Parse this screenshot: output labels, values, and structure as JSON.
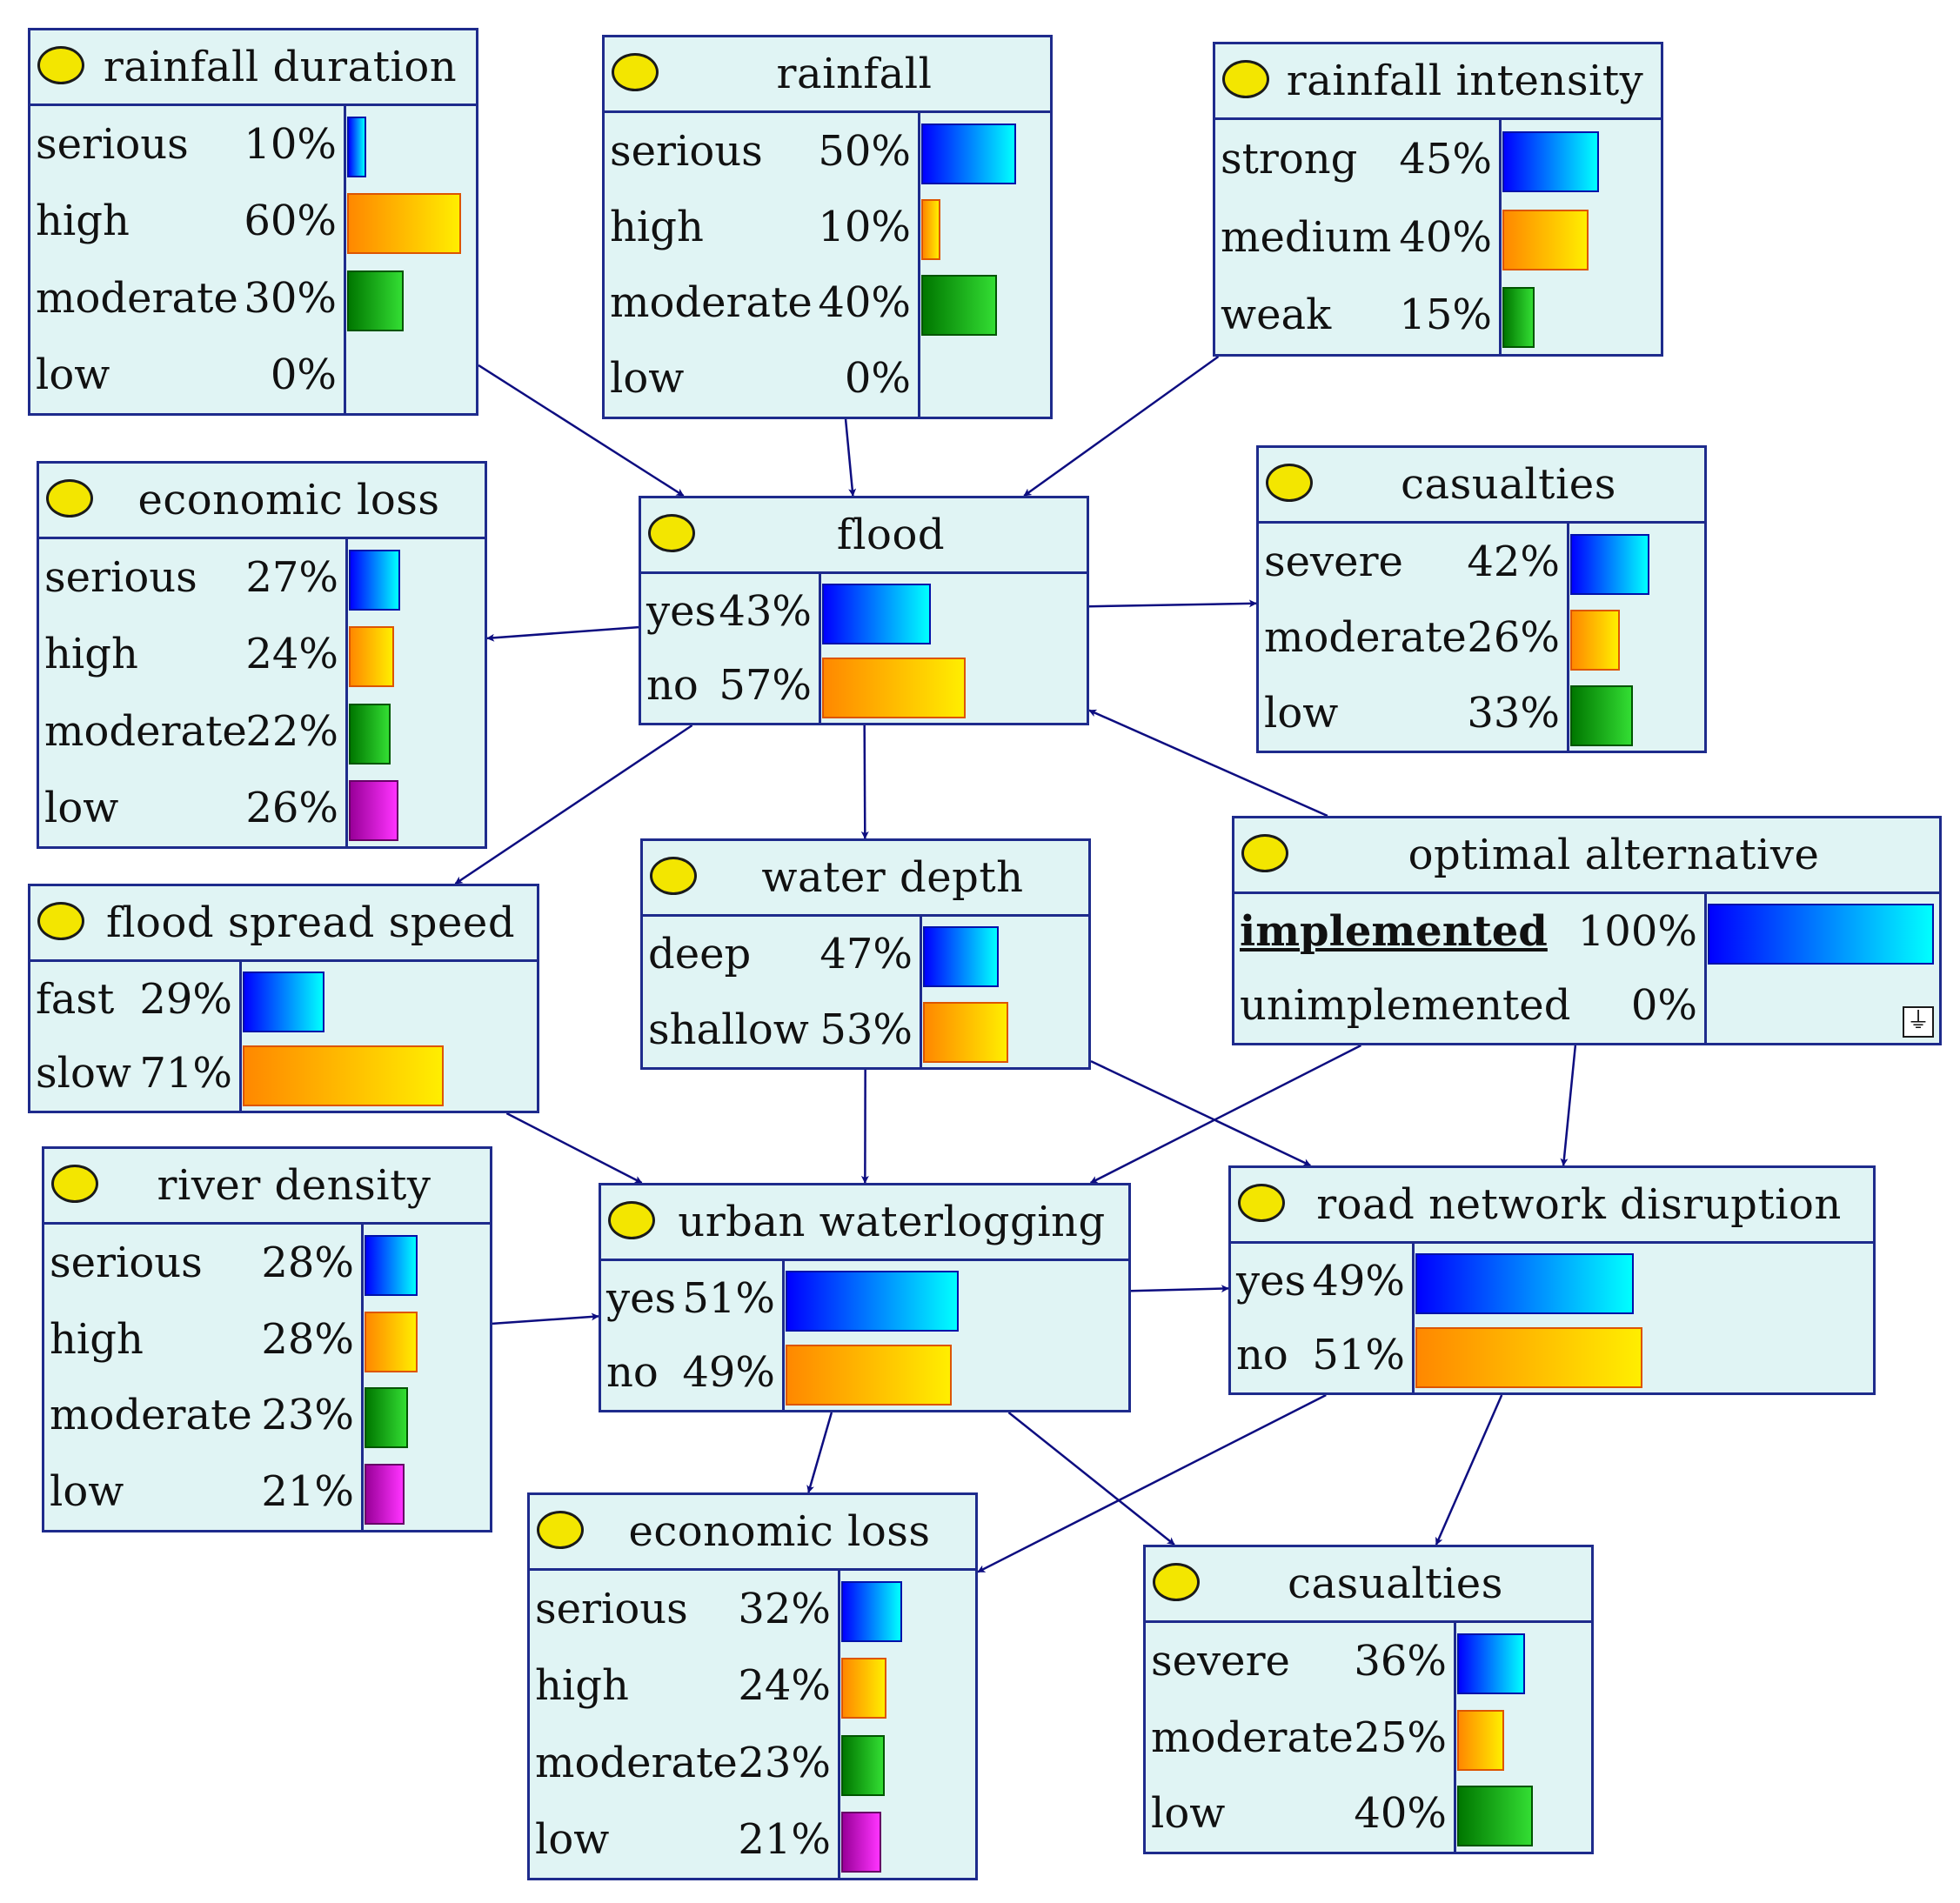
{
  "nodes": [
    {
      "id": "rainfall_duration",
      "title": "rainfall duration",
      "states": [
        {
          "label": "serious",
          "value": "10%",
          "p": 10,
          "color": "blue"
        },
        {
          "label": "high",
          "value": "60%",
          "p": 60,
          "color": "orange"
        },
        {
          "label": "moderate",
          "value": "30%",
          "p": 30,
          "color": "green"
        },
        {
          "label": "low",
          "value": "0%",
          "p": 0,
          "color": "magenta"
        }
      ]
    },
    {
      "id": "rainfall",
      "title": "rainfall",
      "states": [
        {
          "label": "serious",
          "value": "50%",
          "p": 50,
          "color": "blue"
        },
        {
          "label": "high",
          "value": "10%",
          "p": 10,
          "color": "orange"
        },
        {
          "label": "moderate",
          "value": "40%",
          "p": 40,
          "color": "green"
        },
        {
          "label": "low",
          "value": "0%",
          "p": 0,
          "color": "magenta"
        }
      ]
    },
    {
      "id": "rainfall_intensity",
      "title": "rainfall intensity",
      "states": [
        {
          "label": "strong",
          "value": "45%",
          "p": 45,
          "color": "blue"
        },
        {
          "label": "medium",
          "value": "40%",
          "p": 40,
          "color": "orange"
        },
        {
          "label": "weak",
          "value": "15%",
          "p": 15,
          "color": "green"
        }
      ]
    },
    {
      "id": "economic_loss_1",
      "title": "economic loss",
      "states": [
        {
          "label": "serious",
          "value": "27%",
          "p": 27,
          "color": "blue"
        },
        {
          "label": "high",
          "value": "24%",
          "p": 24,
          "color": "orange"
        },
        {
          "label": "moderate",
          "value": "22%",
          "p": 22,
          "color": "green"
        },
        {
          "label": "low",
          "value": "26%",
          "p": 26,
          "color": "magenta"
        }
      ]
    },
    {
      "id": "flood",
      "title": "flood",
      "states": [
        {
          "label": "yes",
          "value": "43%",
          "p": 43,
          "color": "blue"
        },
        {
          "label": "no",
          "value": "57%",
          "p": 57,
          "color": "orange"
        }
      ]
    },
    {
      "id": "casualties_1",
      "title": "casualties",
      "states": [
        {
          "label": "severe",
          "value": "42%",
          "p": 42,
          "color": "blue"
        },
        {
          "label": "moderate",
          "value": "26%",
          "p": 26,
          "color": "orange"
        },
        {
          "label": "low",
          "value": "33%",
          "p": 33,
          "color": "green"
        }
      ]
    },
    {
      "id": "flood_spread_speed",
      "title": "flood spread speed",
      "states": [
        {
          "label": "fast",
          "value": "29%",
          "p": 29,
          "color": "blue"
        },
        {
          "label": "slow",
          "value": "71%",
          "p": 71,
          "color": "orange"
        }
      ]
    },
    {
      "id": "water_depth",
      "title": "water depth",
      "states": [
        {
          "label": "deep",
          "value": "47%",
          "p": 47,
          "color": "blue"
        },
        {
          "label": "shallow",
          "value": "53%",
          "p": 53,
          "color": "orange"
        }
      ]
    },
    {
      "id": "optimal_alternative",
      "title": "optimal alternative",
      "states": [
        {
          "label": "implemented",
          "value": "100%",
          "p": 100,
          "color": "blue",
          "selected": true
        },
        {
          "label": "unimplemented",
          "value": "0%",
          "p": 0,
          "color": "orange"
        }
      ]
    },
    {
      "id": "river_density",
      "title": "river density",
      "states": [
        {
          "label": "serious",
          "value": "28%",
          "p": 28,
          "color": "blue"
        },
        {
          "label": "high",
          "value": "28%",
          "p": 28,
          "color": "orange"
        },
        {
          "label": "moderate",
          "value": "23%",
          "p": 23,
          "color": "green"
        },
        {
          "label": "low",
          "value": "21%",
          "p": 21,
          "color": "magenta"
        }
      ]
    },
    {
      "id": "urban_waterlogging",
      "title": "urban waterlogging",
      "states": [
        {
          "label": "yes",
          "value": "51%",
          "p": 51,
          "color": "blue"
        },
        {
          "label": "no",
          "value": "49%",
          "p": 49,
          "color": "orange"
        }
      ]
    },
    {
      "id": "road_network_disruption",
      "title": "road network disruption",
      "states": [
        {
          "label": "yes",
          "value": "49%",
          "p": 49,
          "color": "blue"
        },
        {
          "label": "no",
          "value": "51%",
          "p": 51,
          "color": "orange"
        }
      ]
    },
    {
      "id": "economic_loss_2",
      "title": "economic loss",
      "states": [
        {
          "label": "serious",
          "value": "32%",
          "p": 32,
          "color": "blue"
        },
        {
          "label": "high",
          "value": "24%",
          "p": 24,
          "color": "orange"
        },
        {
          "label": "moderate",
          "value": "23%",
          "p": 23,
          "color": "green"
        },
        {
          "label": "low",
          "value": "21%",
          "p": 21,
          "color": "magenta"
        }
      ]
    },
    {
      "id": "casualties_2",
      "title": "casualties",
      "states": [
        {
          "label": "severe",
          "value": "36%",
          "p": 36,
          "color": "blue"
        },
        {
          "label": "moderate",
          "value": "25%",
          "p": 25,
          "color": "orange"
        },
        {
          "label": "low",
          "value": "40%",
          "p": 40,
          "color": "green"
        }
      ]
    }
  ],
  "edges": [
    {
      "from": "rainfall_duration",
      "to": "flood"
    },
    {
      "from": "rainfall",
      "to": "flood"
    },
    {
      "from": "rainfall_intensity",
      "to": "flood"
    },
    {
      "from": "flood",
      "to": "economic_loss_1"
    },
    {
      "from": "flood",
      "to": "casualties_1"
    },
    {
      "from": "flood",
      "to": "flood_spread_speed"
    },
    {
      "from": "flood",
      "to": "water_depth"
    },
    {
      "from": "optimal_alternative",
      "to": "flood"
    },
    {
      "from": "flood_spread_speed",
      "to": "urban_waterlogging"
    },
    {
      "from": "water_depth",
      "to": "urban_waterlogging"
    },
    {
      "from": "water_depth",
      "to": "road_network_disruption"
    },
    {
      "from": "optimal_alternative",
      "to": "urban_waterlogging"
    },
    {
      "from": "optimal_alternative",
      "to": "road_network_disruption"
    },
    {
      "from": "river_density",
      "to": "urban_waterlogging"
    },
    {
      "from": "urban_waterlogging",
      "to": "road_network_disruption"
    },
    {
      "from": "urban_waterlogging",
      "to": "economic_loss_2"
    },
    {
      "from": "urban_waterlogging",
      "to": "casualties_2"
    },
    {
      "from": "road_network_disruption",
      "to": "economic_loss_2"
    },
    {
      "from": "road_network_disruption",
      "to": "casualties_2"
    }
  ],
  "colors": {
    "node_bg": "#e0f4f4",
    "border": "#1e2b8c",
    "edge": "#0d0d80",
    "dot": "#f3e600"
  },
  "icons": {
    "node_marker": "yellow-ellipse-icon",
    "monitor_toggle": "collapse-toggle-icon"
  }
}
